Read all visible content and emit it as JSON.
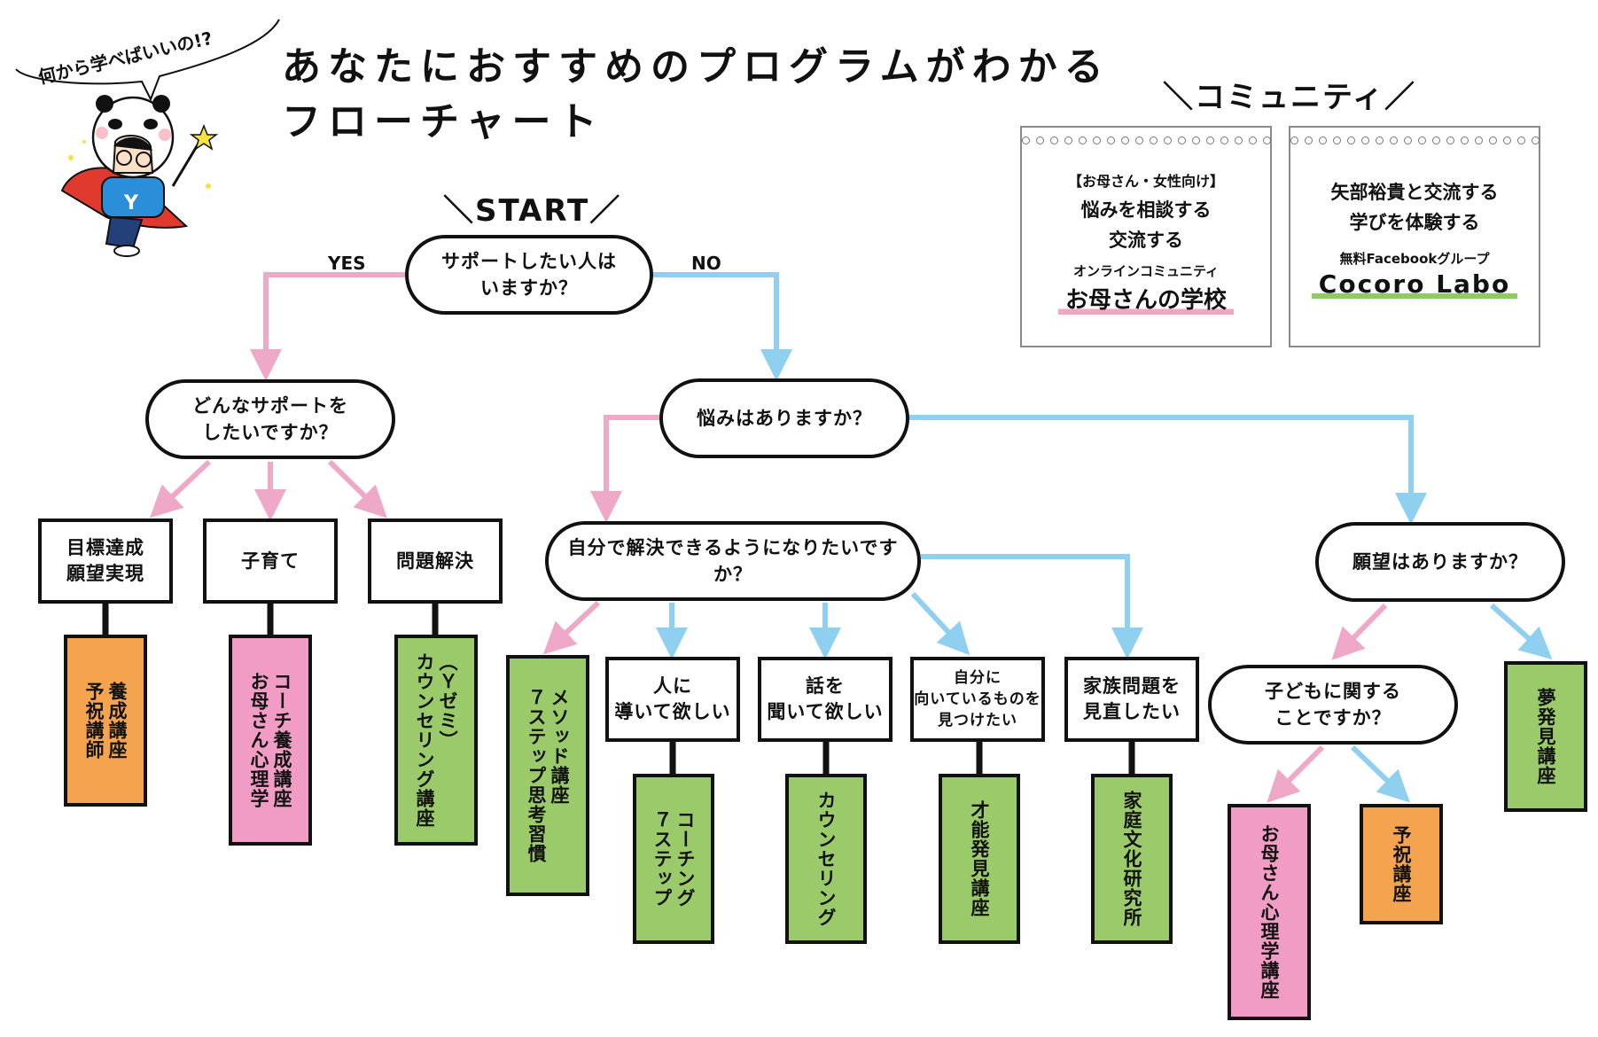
{
  "header": {
    "speech_bubble": "何から学べばいいの!?",
    "title_line1": "あなたにおすすめのプログラムがわかる",
    "title_line2": "フローチャート",
    "mascot": "mascot-illustration"
  },
  "start_label": "＼START／",
  "branch_labels": {
    "yes": "YES",
    "no": "NO"
  },
  "colors": {
    "yes_arrow": "#f0a8c8",
    "no_arrow": "#8fd0f0",
    "result_green": "#9aca6a",
    "result_pink": "#f09cc4",
    "result_orange": "#f4a44e",
    "outline": "#111111",
    "community_border": "#8a8a8a",
    "underline_pink": "#f0a8c0",
    "underline_green": "#8ccc60"
  },
  "questions": {
    "q1": "サポートしたい人は\nいますか？",
    "q_support_type": "どんなサポートを\nしたいですか？",
    "q_worry": "悩みはありますか？",
    "q_self_solve": "自分で解決できるようになりたいですか？",
    "q_wish": "願望はありますか？",
    "q_child": "子どもに関する\nことですか？"
  },
  "choices": {
    "goal": "目標達成\n願望実現",
    "parenting": "子育て",
    "problem": "問題解決",
    "guided": "人に\n導いて欲しい",
    "listened": "話を\n聞いて欲しい",
    "find_self": "自分に\n向いているものを\n見つけたい",
    "family": "家族問題を\n見直したい"
  },
  "results": {
    "yoshuku_instructor": "養成講座\n予祝講師",
    "mother_coach": "コーチ養成講座\nお母さん心理学",
    "counseling_course": "（Ｙゼミ）\nカウンセリング講座",
    "seven_step_method": "メソッド講座\n７ステップ思考習慣",
    "seven_step_coaching": "コーチング\n７ステップ",
    "counseling": "カウンセリング",
    "talent": "才能発見講座",
    "family_lab": "家庭文化研究所",
    "mother_psych": "お母さん心理学講座",
    "yoshuku": "予祝講座",
    "dream": "夢発見講座"
  },
  "community": {
    "heading": "＼コミュニティ／",
    "card1": {
      "tag": "【お母さん・女性向け】",
      "line1": "悩みを相談する",
      "line2": "交流する",
      "sub": "オンラインコミュニティ",
      "name": "お母さんの学校"
    },
    "card2": {
      "line1": "矢部裕貴と交流する",
      "line2": "学びを体験する",
      "sub": "無料Facebookグループ",
      "name": "Cocoro Labo"
    }
  }
}
